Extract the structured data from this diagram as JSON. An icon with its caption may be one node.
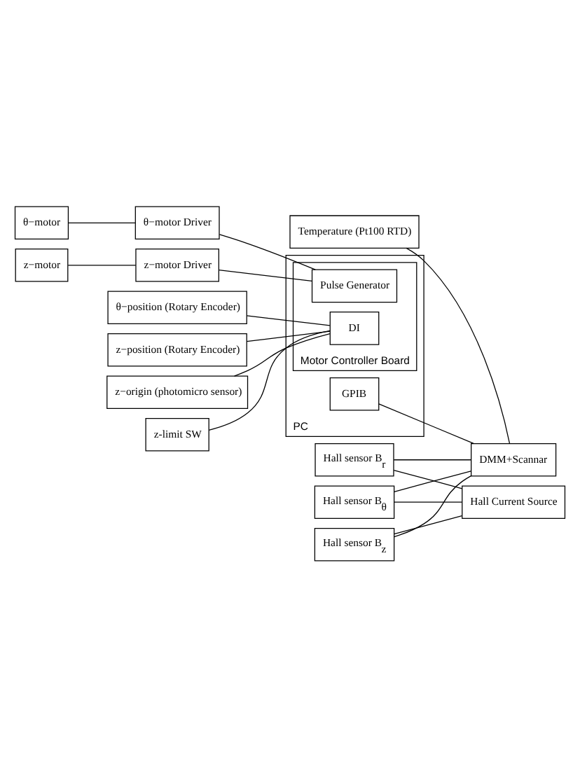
{
  "diagram": {
    "nodes": [
      {
        "text": [
          "θ−motor"
        ]
      },
      {
        "text": [
          "θ−motor Driver"
        ]
      },
      {
        "text": [
          "z−motor"
        ]
      },
      {
        "text": [
          "z−motor Driver"
        ]
      },
      {
        "text": [
          "PC"
        ]
      },
      {
        "text": [
          "Motor Controller Board"
        ],
        "in": 4
      },
      {
        "text": [
          "Pulse Generator"
        ],
        "in": 5
      },
      {
        "text": [
          "θ−position (Rotary Encoder)"
        ]
      },
      {
        "text": [
          "z−position (Rotary Encoder)"
        ]
      },
      {
        "text": [
          "z−origin (photomicro sensor)"
        ]
      },
      {
        "text": [
          "DI"
        ],
        "in": 5
      },
      {
        "text": [
          "z-limit SW"
        ]
      },
      {
        "text": [
          "GPIB"
        ],
        "in": 4
      },
      {
        "text": [
          "Temperature (Pt100 RTD)"
        ]
      },
      {
        "text": [
          "DMM+Scannar"
        ]
      },
      {
        "text": [
          "Hall sensor B$_{r}$"
        ]
      },
      {
        "text": [
          "Hall sensor B$_{θ}$"
        ]
      },
      {
        "text": [
          "Hall sensor B$_{z}$"
        ]
      },
      {
        "text": [
          "Hall Current Source"
        ]
      }
    ],
    "edges": [
      {
        "from": 0,
        "to": 1,
        "arrow": "none"
      },
      {
        "from": 2,
        "to": 3,
        "arrow": "none"
      },
      {
        "from": 1,
        "to": 6,
        "arrow": "none"
      },
      {
        "from": 3,
        "to": 6,
        "arrow": "none"
      },
      {
        "from": 7,
        "to": 10,
        "arrow": "none"
      },
      {
        "from": 8,
        "to": 10,
        "arrow": "none"
      },
      {
        "from": 9,
        "to": 10,
        "arrow": "none"
      },
      {
        "from": 11,
        "to": 10,
        "arrow": "none"
      },
      {
        "from": 12,
        "to": 14,
        "arrow": "none"
      },
      {
        "from": 13,
        "to": 14,
        "arrow": "none"
      },
      {
        "from": 15,
        "to": 14,
        "arrow": "none"
      },
      {
        "from": 16,
        "to": 14,
        "arrow": "none"
      },
      {
        "from": 17,
        "to": 14,
        "arrow": "none"
      },
      {
        "from": 15,
        "to": 18,
        "arrow": "none"
      },
      {
        "from": 16,
        "to": 18,
        "arrow": "none"
      },
      {
        "from": 17,
        "to": 18,
        "arrow": "none"
      }
    ]
  }
}
